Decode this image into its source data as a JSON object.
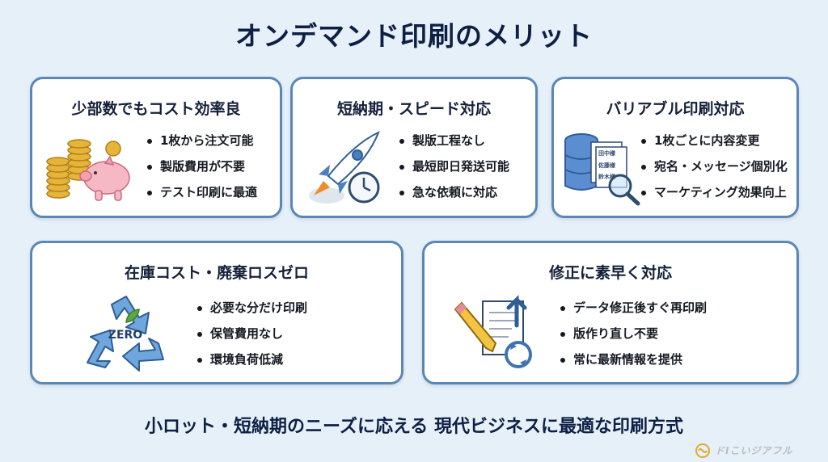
{
  "title": "オンデマンド印刷のメリット",
  "cards": [
    {
      "title": "少部数でもコスト効率良",
      "icon": "piggy-bank-coins-icon",
      "bullets": [
        "1枚から注文可能",
        "製版費用が不要",
        "テスト印刷に最適"
      ]
    },
    {
      "title": "短納期・スピード対応",
      "icon": "rocket-clock-icon",
      "bullets": [
        "製版工程なし",
        "最短即日発送可能",
        "急な依頼に対応"
      ]
    },
    {
      "title": "バリアブル印刷対応",
      "icon": "database-documents-icon",
      "bullets": [
        "1枚ごとに内容変更",
        "宛名・メッセージ個別化",
        "マーケティング効果向上"
      ],
      "doc_labels": [
        "田中様",
        "佐藤様",
        "鈴木様"
      ]
    },
    {
      "title": "在庫コスト・廃棄ロスゼロ",
      "icon": "recycle-zero-icon",
      "icon_text": "ZERO",
      "bullets": [
        "必要な分だけ印刷",
        "保管費用なし",
        "環境負荷低減"
      ]
    },
    {
      "title": "修正に素早く対応",
      "icon": "pencil-document-refresh-icon",
      "bullets": [
        "データ修正後すぐ再印刷",
        "版作り直し不要",
        "常に最新情報を提供"
      ]
    }
  ],
  "footer": "小ロット・短納期のニーズに応える 現代ビジネスに最適な印刷方式",
  "logo": {
    "text": "ドIこいジアフル"
  },
  "colors": {
    "background": "#e6f0f8",
    "card_border": "#5a88b6",
    "title": "#0e1f44",
    "accent_blue": "#3f73b4",
    "gold": "#e0aa2c",
    "green": "#5aa845"
  }
}
